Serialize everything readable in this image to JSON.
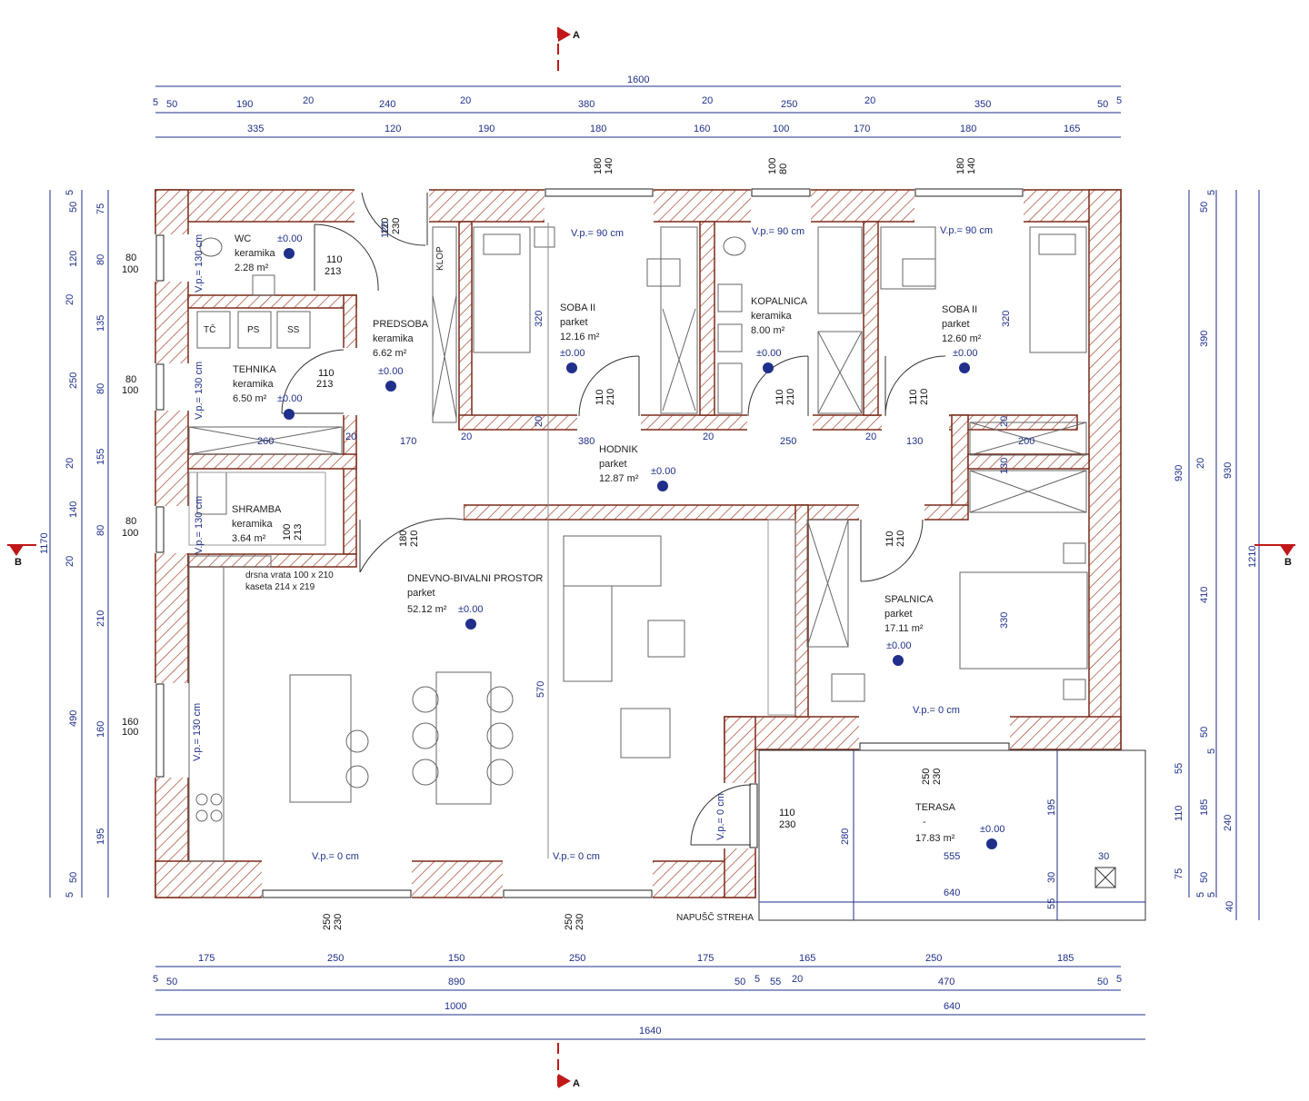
{
  "rooms": [
    {
      "name": "WC",
      "finish": "keramika",
      "area": "2.28 m²",
      "level": "±0.00"
    },
    {
      "name": "TEHNIKA",
      "finish": "keramika",
      "area": "6.50 m²",
      "level": "±0.00"
    },
    {
      "name": "SHRAMBA",
      "finish": "keramika",
      "area": "3.64 m²"
    },
    {
      "name": "PREDSOBA",
      "finish": "keramika",
      "area": "6.62 m²",
      "level": "±0.00"
    },
    {
      "name": "SOBA II",
      "finish": "parket",
      "area": "12.16 m²",
      "level": "±0.00"
    },
    {
      "name": "KOPALNICA",
      "finish": "keramika",
      "area": "8.00 m²",
      "level": "±0.00"
    },
    {
      "name": "SOBA II",
      "finish": "parket",
      "area": "12.60 m²",
      "level": "±0.00"
    },
    {
      "name": "HODNIK",
      "finish": "parket",
      "area": "12.87 m²",
      "level": "±0.00"
    },
    {
      "name": "DNEVNO-BIVALNI PROSTOR",
      "finish": "parket",
      "area": "52.12 m²",
      "level": "±0.00"
    },
    {
      "name": "SPALNICA",
      "finish": "parket",
      "area": "17.11 m²",
      "level": "±0.00"
    },
    {
      "name": "TERASA",
      "finish": "-",
      "area": "17.83 m²",
      "level": "±0.00"
    }
  ],
  "fixtures": {
    "tc": "TČ",
    "ps": "PS",
    "ss": "SS",
    "klop": "KLOP",
    "sliding_door": "drsna vrata 100 x 210",
    "cassette": "kaseta 214 x 219",
    "roof_note": "NAPUŠČ STREHA"
  },
  "section_marks": {
    "a": "A",
    "b": "B"
  },
  "sill_labels": {
    "vp130": "V.p.= 130 cm",
    "vp90": "V.p.= 90 cm",
    "vp0": "V.p.= 0 cm"
  },
  "openings": [
    {
      "w": "80",
      "h": "100"
    },
    {
      "w": "80",
      "h": "100"
    },
    {
      "w": "80",
      "h": "100"
    },
    {
      "w": "160",
      "h": "100"
    },
    {
      "w": "180",
      "h": "140"
    },
    {
      "w": "100",
      "h": "80"
    },
    {
      "w": "180",
      "h": "140"
    },
    {
      "w": "250",
      "h": "230"
    },
    {
      "w": "250",
      "h": "230"
    },
    {
      "w": "250",
      "h": "230"
    },
    {
      "w": "110",
      "h": "213"
    },
    {
      "w": "110",
      "h": "213"
    },
    {
      "w": "120",
      "h": "230"
    },
    {
      "w": "100",
      "h": "213"
    },
    {
      "w": "180",
      "h": "210"
    },
    {
      "w": "110",
      "h": "210"
    },
    {
      "w": "110",
      "h": "210"
    },
    {
      "w": "110",
      "h": "210"
    },
    {
      "w": "110",
      "h": "210"
    },
    {
      "w": "110",
      "h": "230"
    }
  ],
  "dims_top": {
    "overall": "1600",
    "row2": [
      "5",
      "50",
      "190",
      "20",
      "240",
      "20",
      "380",
      "20",
      "250",
      "20",
      "350",
      "50",
      "5"
    ],
    "row3": [
      "335",
      "120",
      "190",
      "180",
      "160",
      "100",
      "170",
      "180",
      "165"
    ]
  },
  "dims_bottom": {
    "row1": [
      "175",
      "250",
      "150",
      "250",
      "175",
      "165",
      "250",
      "185"
    ],
    "row2": [
      "5",
      "50",
      "890",
      "50",
      "5",
      "55",
      "20",
      "470",
      "50",
      "5"
    ],
    "row3": [
      "1000",
      "640"
    ],
    "overall": "1640"
  },
  "dims_left": {
    "outer": "1170",
    "row1": [
      "5",
      "50",
      "120",
      "20",
      "250",
      "20",
      "140",
      "20",
      "210",
      "490",
      "195",
      "50",
      "5"
    ],
    "row2": [
      "75",
      "80",
      "135",
      "80",
      "155",
      "80",
      "160"
    ]
  },
  "dims_right": {
    "outer": "1210",
    "row1": [
      "5",
      "50",
      "930",
      "20",
      "55",
      "110",
      "75",
      "5"
    ],
    "row2": [
      "390",
      "410",
      "50",
      "5",
      "185",
      "50",
      "5",
      "40"
    ],
    "row3": [
      "930",
      "240"
    ]
  },
  "dims_interior": [
    "120",
    "260",
    "20",
    "170",
    "20",
    "380",
    "20",
    "250",
    "20",
    "130",
    "200",
    "20",
    "130",
    "20",
    "320",
    "320",
    "570",
    "330",
    "280",
    "195",
    "555",
    "640",
    "30",
    "30",
    "55"
  ]
}
